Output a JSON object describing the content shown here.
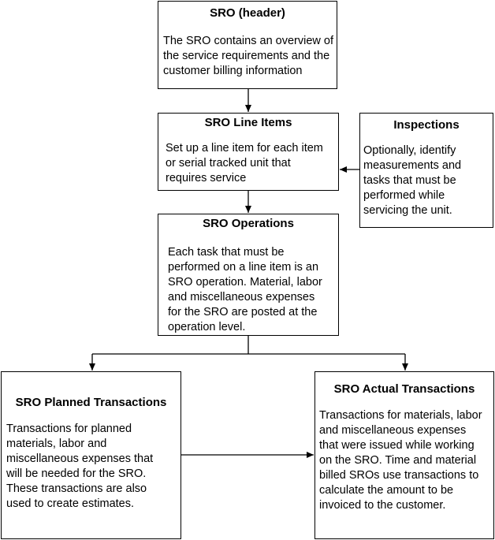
{
  "nodes": {
    "sro_header": {
      "title": "SRO (header)",
      "body": "The SRO contains an overview of the service requirements and the customer billing information"
    },
    "line_items": {
      "title": "SRO Line Items",
      "body": "Set up a line item for each item or serial tracked unit that requires service"
    },
    "inspections": {
      "title": "Inspections",
      "body": "Optionally, identify measurements and tasks that must be performed while servicing the unit."
    },
    "operations": {
      "title": "SRO Operations",
      "body": "Each task that must be performed on a line item is an SRO operation. Material, labor and miscellaneous expenses for the SRO are posted at the operation level."
    },
    "planned": {
      "title": "SRO Planned Transactions",
      "body": "Transactions for planned materials, labor and miscellaneous expenses  that will be needed for the SRO. These transactions are also used to create estimates."
    },
    "actual": {
      "title": "SRO Actual Transactions",
      "body": "Transactions for materials, labor and miscellaneous expenses  that were issued while working on the SRO. Time and material billed SROs use transactions to calculate the amount to be invoiced to the customer."
    }
  }
}
